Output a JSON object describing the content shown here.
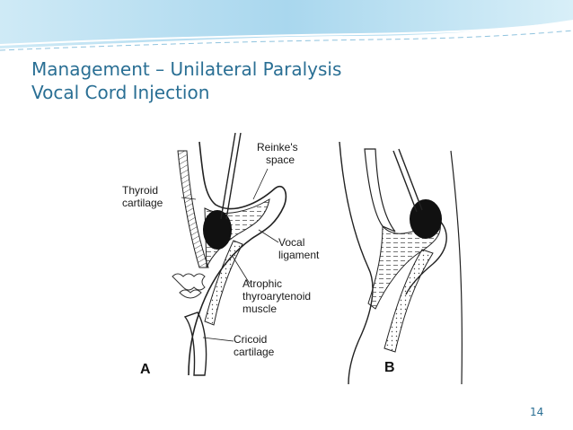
{
  "slide": {
    "title_line1": "Management – Unilateral Paralysis",
    "title_line2": "Vocal Cord Injection",
    "page_number": "14",
    "accent_color": "#2a6f94",
    "header_color": "#b9dff0"
  },
  "figure": {
    "labels": {
      "reinkes_space_line1": "Reinke's",
      "reinkes_space_line2": "space",
      "thyroid_line1": "Thyroid",
      "thyroid_line2": "cartilage",
      "vocal_line1": "Vocal",
      "vocal_line2": "ligament",
      "atrophic_line1": "Atrophic",
      "atrophic_line2": "thyroarytenoid",
      "atrophic_line3": "muscle",
      "cricoid_line1": "Cricoid",
      "cricoid_line2": "cartilage"
    },
    "panel_a": "A",
    "panel_b": "B"
  }
}
